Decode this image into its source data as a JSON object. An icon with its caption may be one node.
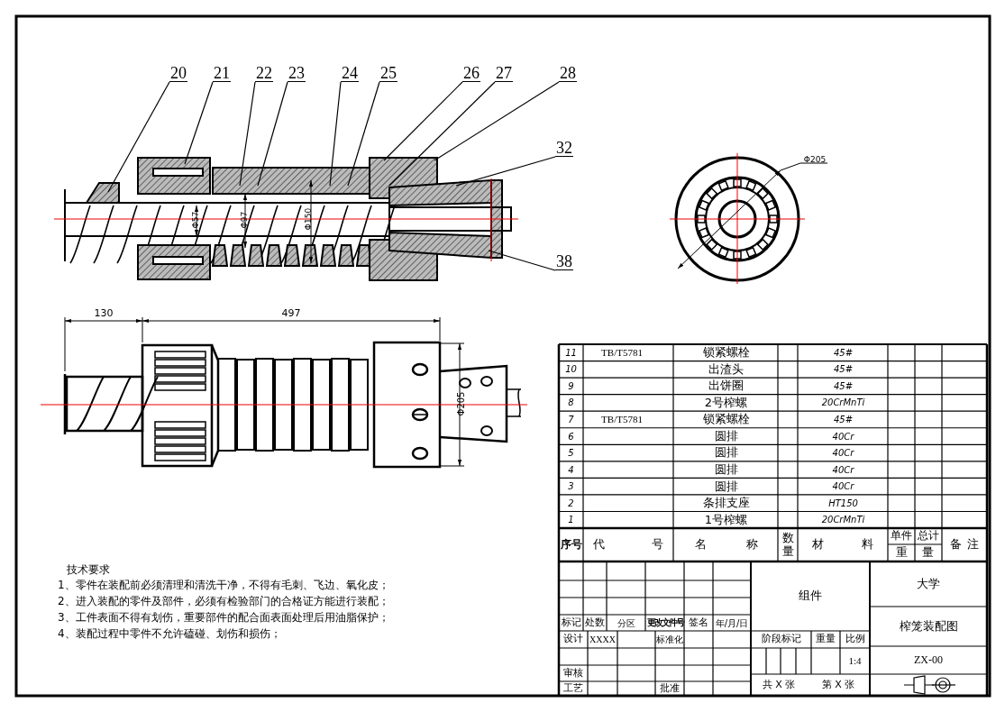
{
  "diagram": {
    "nodes": [
      {
        "text": [
          "20"
        ]
      },
      {
        "text": [
          "21"
        ]
      },
      {
        "text": [
          "22"
        ]
      },
      {
        "text": [
          "23"
        ]
      },
      {
        "text": [
          "24"
        ]
      },
      {
        "text": [
          "25"
        ]
      },
      {
        "text": [
          "26"
        ]
      },
      {
        "text": [
          "27"
        ]
      },
      {
        "text": [
          "28"
        ]
      },
      {
        "text": [
          "32"
        ]
      },
      {
        "text": [
          "38"
        ]
      }
    ],
    "edges": [
      {
        "from": 0,
        "to": null,
        "arrow": "none"
      },
      {
        "from": 1,
        "to": null,
        "arrow": "none"
      },
      {
        "from": 2,
        "to": null,
        "arrow": "none"
      },
      {
        "from": 3,
        "to": null,
        "arrow": "none"
      },
      {
        "from": 4,
        "to": null,
        "arrow": "none"
      },
      {
        "from": 5,
        "to": null,
        "arrow": "none"
      },
      {
        "from": 6,
        "to": null,
        "arrow": "none"
      },
      {
        "from": 7,
        "to": null,
        "arrow": "none"
      },
      {
        "from": 8,
        "to": null,
        "arrow": "none"
      },
      {
        "from": 9,
        "to": null,
        "arrow": "none"
      },
      {
        "from": 10,
        "to": null,
        "arrow": "none"
      }
    ],
    "labels": [
      "Φ57",
      "Φ97",
      "Φ150",
      "Φ205",
      "130",
      "497",
      "Φ205",
      "11",
      "TB/T5781",
      "锁紧螺栓",
      "45#",
      "10",
      "出渣头",
      "45#",
      "9",
      "出饼圈",
      "45#",
      "8",
      "2号榨螺",
      "20CrMnTi",
      "7",
      "TB/T5781",
      "锁紧螺栓",
      "45#",
      "6",
      "圆排",
      "40Cr",
      "5",
      "圆排",
      "40Cr",
      "4",
      "圆排",
      "40Cr",
      "3",
      "圆排",
      "40Cr",
      "2",
      "条排支座",
      "HT150",
      "1",
      "1号榨螺",
      "20CrMnTi",
      "序号",
      "代号",
      "名称",
      "数量",
      "材料",
      "单件",
      "总计",
      "重量",
      "备注",
      "标记",
      "处数",
      "分区",
      "更改文件号",
      "签名",
      "年/月/日",
      "设计",
      "XXXX",
      "标准化",
      "审核",
      "工艺",
      "批准",
      "组件",
      "阶段标记",
      "重量",
      "比例",
      "1:4",
      "共 X 张",
      "第 X 张",
      "大学",
      "榨笼装配图",
      "ZX-00",
      "技术要求",
      "1、零件在装配前必须清理和清洗干净，不得有毛刺、飞边、氧化皮；",
      "2、进入装配的零件及部件，必须有检验部门的合格证方能进行装配；",
      "3、工件表面不得有划伤，重要部件的配合面表面处理后用油脂保护；",
      "4、装配过程中零件不允许磕碰、划伤和损伤；"
    ]
  }
}
